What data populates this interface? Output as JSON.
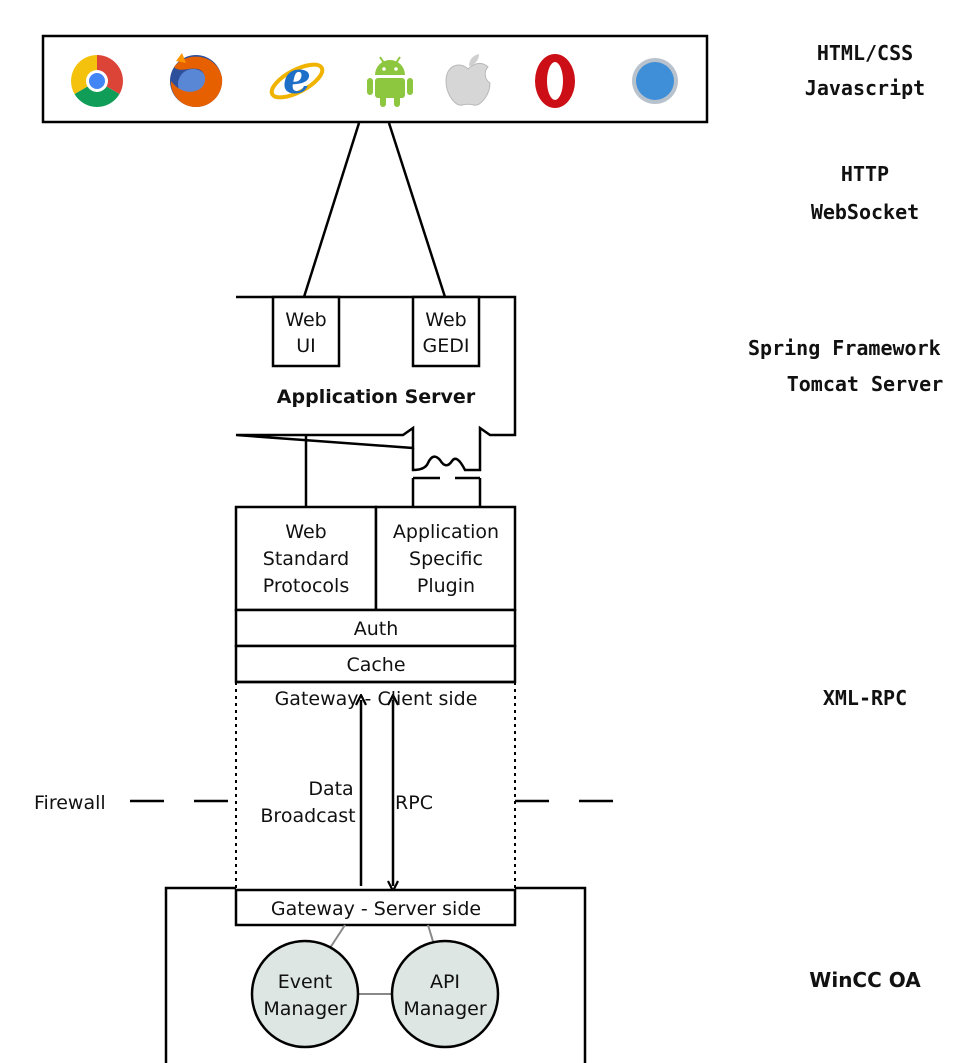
{
  "browsers": [
    {
      "name": "chrome-icon"
    },
    {
      "name": "firefox-icon"
    },
    {
      "name": "internet-explorer-icon"
    },
    {
      "name": "android-icon"
    },
    {
      "name": "apple-icon"
    },
    {
      "name": "opera-icon"
    },
    {
      "name": "safari-icon"
    }
  ],
  "layers": {
    "client": {
      "line1": "HTML/CSS",
      "line2": "Javascript"
    },
    "transport": {
      "line1": "HTTP",
      "line2": "WebSocket"
    },
    "server": {
      "line1": "Spring Framework",
      "line2": "Tomcat Server"
    },
    "protocol": {
      "line1": "XML-RPC"
    },
    "backend": {
      "line1": "WinCC OA"
    }
  },
  "app_server": {
    "title": "Application Server",
    "web_ui": {
      "line1": "Web",
      "line2": "UI"
    },
    "web_gedi": {
      "line1": "Web",
      "line2": "GEDI"
    }
  },
  "plugins": {
    "standard": {
      "line1": "Web",
      "line2": "Standard",
      "line3": "Protocols"
    },
    "specific": {
      "line1": "Application",
      "line2": "Specific",
      "line3": "Plugin"
    }
  },
  "stack": {
    "auth": "Auth",
    "cache": "Cache",
    "gateway_client": "Gateway - Client side",
    "gateway_server": "Gateway - Server side"
  },
  "arrows": {
    "data_line1": "Data",
    "data_line2": "Broadcast",
    "rpc": "RPC"
  },
  "firewall": "Firewall",
  "managers": {
    "event": {
      "line1": "Event",
      "line2": "Manager"
    },
    "api": {
      "line1": "API",
      "line2": "Manager"
    }
  },
  "colors": {
    "line": "#000000",
    "manager_fill": "#dde6e2",
    "manager_link": "#888888"
  }
}
